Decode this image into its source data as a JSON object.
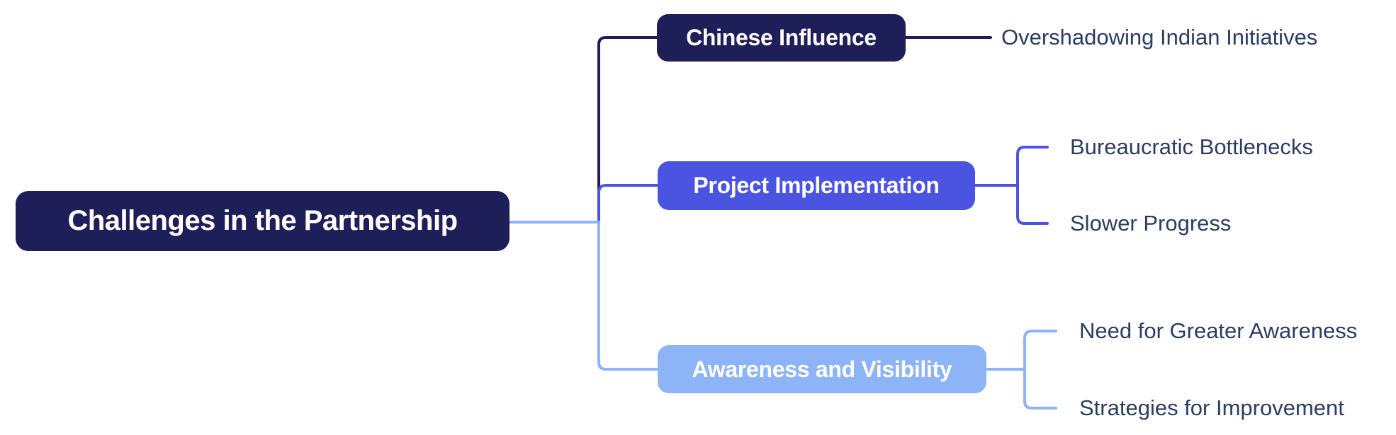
{
  "root": {
    "label": "Challenges in the Partnership",
    "color": "#1e1e58",
    "text_color": "#ffffff"
  },
  "branches": [
    {
      "label": "Chinese Influence",
      "color": "#1e1e58",
      "text_color": "#ffffff",
      "children": [
        {
          "label": "Overshadowing Indian Initiatives"
        }
      ]
    },
    {
      "label": "Project Implementation",
      "color": "#4b54e1",
      "text_color": "#ffffff",
      "children": [
        {
          "label": "Bureaucratic Bottlenecks"
        },
        {
          "label": "Slower Progress"
        }
      ]
    },
    {
      "label": "Awareness and Visibility",
      "color": "#8db4f6",
      "text_color": "#ffffff",
      "children": [
        {
          "label": "Need for Greater Awareness"
        },
        {
          "label": "Strategies for Improvement"
        }
      ]
    }
  ],
  "palette": {
    "background": "#ffffff",
    "leaf_text": "#2b3d62",
    "root_connector": "#8db4f6"
  }
}
